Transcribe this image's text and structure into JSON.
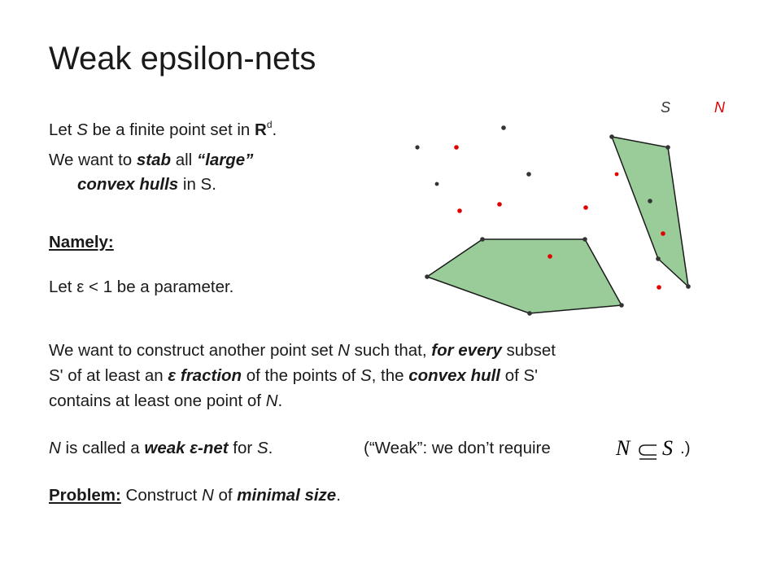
{
  "slide": {
    "title": "Weak epsilon-nets",
    "line1": {
      "a": "Let ",
      "S": "S",
      "b": " be a finite point set in ",
      "R": "R",
      "d": "d",
      "c": "."
    },
    "line2": {
      "a": "We want to ",
      "stab": "stab",
      "b": " all ",
      "large": "“large”"
    },
    "line3": {
      "hulls": "convex hulls",
      "b": " in S."
    },
    "namely": "Namely:",
    "line4": "Let ε < 1 be a parameter.",
    "para": {
      "l1a": "We want to construct another point set ",
      "l1N": "N",
      "l1b": " such that, ",
      "l1every": "for every",
      "l1c": " subset",
      "l2a": "S'",
      "l2b": " of at least an ",
      "l2frac": "ε fraction",
      "l2c": " of the points of ",
      "l2S": "S",
      "l2d": ", the ",
      "l2hull": "convex hull",
      "l2e": " of S'",
      "l3a": "contains at least one point of ",
      "l3N": "N",
      "l3b": "."
    },
    "weak": {
      "N": "N",
      "a": " is called a ",
      "term": "weak ε-net",
      "b": " for ",
      "S": "S",
      "c": ".",
      "q": "(“Weak”: we don’t require",
      "end": ".)"
    },
    "math": {
      "N": "N",
      "S": "S"
    },
    "problem": {
      "label": "Problem:",
      "a": " Construct ",
      "N": "N",
      "b": " of ",
      "size": "minimal size",
      "c": "."
    }
  },
  "figure": {
    "legend_S": "S",
    "legend_N": "N",
    "colors": {
      "s_point": "#333333",
      "n_point": "#e00000",
      "hull_fill": "#99cc99",
      "hull_stroke": "#1a1a1a"
    }
  }
}
